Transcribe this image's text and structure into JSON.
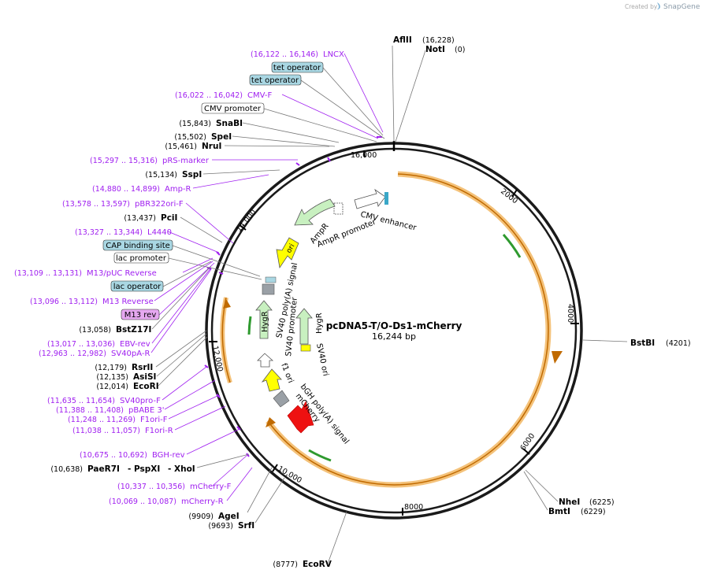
{
  "branding": {
    "created_by": "Created by",
    "app": "SnapGene"
  },
  "plasmid": {
    "name": "pcDNA5-T/O-Ds1-mCherry",
    "length": "16,244 bp"
  },
  "ring_ticks": [
    "2000",
    "4000",
    "6000",
    "8000",
    "10,000",
    "12,000",
    "14,000",
    "16,000"
  ],
  "inner_features": {
    "cmv_enhancer": "CMV enhancer",
    "ampr_promoter": "AmpR promoter",
    "ampr": "AmpR",
    "ori": "ori",
    "sv40_polya": "SV40 poly(A) signal",
    "hygr_left": "HygR",
    "sv40_promoter": "SV40 promoter",
    "hygr_right": "HygR",
    "sv40_ori": "SV40 ori",
    "f1_ori": "f1 ori",
    "bgh_polya": "bGH poly(A) signal",
    "mcherry": "mCherry"
  },
  "top_sites": {
    "aflii": {
      "name": "AflII",
      "coord": "(16,228)"
    },
    "noti": {
      "name": "NotI",
      "coord": "(0)"
    }
  },
  "left_labels": {
    "lncx": {
      "coord": "(16,122 .. 16,146)",
      "name": "LNCX"
    },
    "tet_operator_1": "tet operator",
    "tet_operator_2": "tet operator",
    "cmv_f": {
      "coord": "(16,022 .. 16,042)",
      "name": "CMV-F"
    },
    "cmv_promoter": "CMV promoter",
    "snabi": {
      "coord": "(15,843)",
      "name": "SnaBI"
    },
    "spei": {
      "coord": "(15,502)",
      "name": "SpeI"
    },
    "nrui": {
      "coord": "(15,461)",
      "name": "NruI"
    },
    "prs_marker": {
      "coord": "(15,297 .. 15,316)",
      "name": "pRS-marker"
    },
    "sspi": {
      "coord": "(15,134)",
      "name": "SspI"
    },
    "amp_r": {
      "coord": "(14,880 .. 14,899)",
      "name": "Amp-R"
    },
    "pbr322ori_f": {
      "coord": "(13,578 .. 13,597)",
      "name": "pBR322ori-F"
    },
    "pcii": {
      "coord": "(13,437)",
      "name": "PciI"
    },
    "l4440": {
      "coord": "(13,327 .. 13,344)",
      "name": "L4440"
    },
    "cap_binding_site": "CAP binding site",
    "lac_promoter": "lac promoter",
    "m13_puc_reverse": {
      "coord": "(13,109 .. 13,131)",
      "name": "M13/pUC Reverse"
    },
    "lac_operator": "lac operator",
    "m13_reverse": {
      "coord": "(13,096 .. 13,112)",
      "name": "M13 Reverse"
    },
    "m13_rev": "M13 rev",
    "bstz17i": {
      "coord": "(13,058)",
      "name": "BstZ17I"
    },
    "ebv_rev": {
      "coord": "(13,017 .. 13,036)",
      "name": "EBV-rev"
    },
    "sv40pa_r": {
      "coord": "(12,963 .. 12,982)",
      "name": "SV40pA-R"
    },
    "rsrii": {
      "coord": "(12,179)",
      "name": "RsrII"
    },
    "asisi": {
      "coord": "(12,135)",
      "name": "AsiSI"
    },
    "ecori": {
      "coord": "(12,014)",
      "name": "EcoRI"
    },
    "sv40pro_f": {
      "coord": "(11,635 .. 11,654)",
      "name": "SV40pro-F"
    },
    "pbabe3": {
      "coord": "(11,388 .. 11,408)",
      "name": "pBABE 3'"
    },
    "f1ori_f": {
      "coord": "(11,248 .. 11,269)",
      "name": "F1ori-F"
    },
    "f1ori_r": {
      "coord": "(11,038 .. 11,057)",
      "name": "F1ori-R"
    },
    "bgh_rev": {
      "coord": "(10,675 .. 10,692)",
      "name": "BGH-rev"
    },
    "pae_row": {
      "coord": "(10,638)",
      "name1": "PaeR7I",
      "name2": "- PspXI",
      "name3": "- XhoI"
    },
    "mcherry_f": {
      "coord": "(10,337 .. 10,356)",
      "name": "mCherry-F"
    },
    "mcherry_r": {
      "coord": "(10,069 .. 10,087)",
      "name": "mCherry-R"
    },
    "agei": {
      "coord": "(9909)",
      "name": "AgeI"
    },
    "srfi": {
      "coord": "(9693)",
      "name": "SrfI"
    },
    "ecorv": {
      "coord": "(8777)",
      "name": "EcoRV"
    }
  },
  "right_labels": {
    "bstbi": {
      "name": "BstBI",
      "coord": "(4201)"
    },
    "nhei": {
      "name": "NheI",
      "coord": "(6225)"
    },
    "bmti": {
      "name": "BmtI",
      "coord": "(6229)"
    }
  },
  "colors": {
    "feature_purple": "#a020f0",
    "box_blue": "#a9d7e3",
    "box_magenta": "#e6a8f0",
    "orange_orf": "#f4c27a",
    "ampr_green": "#c8f0c0",
    "ori_yellow": "#ffff00",
    "mcherry_red": "#ee1111"
  }
}
